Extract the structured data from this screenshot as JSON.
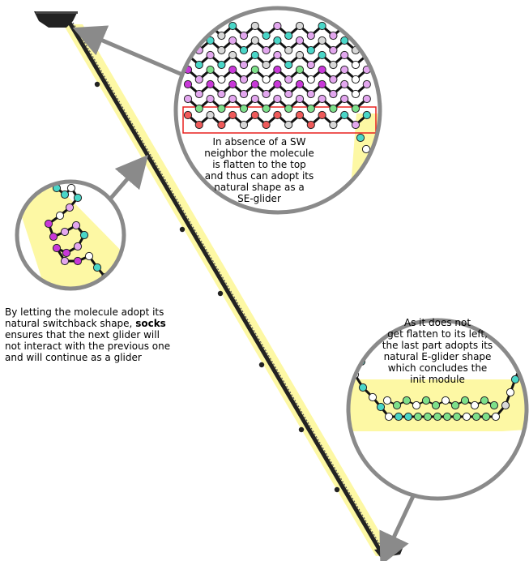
{
  "captions": {
    "top_zoom": {
      "lines": [
        "In absence of a SW",
        "neighbor the molecule",
        "is flatten to the top",
        "and thus can adopt its",
        "natural shape as a",
        "SE-glider"
      ]
    },
    "left_zoom": {
      "line1": "By letting the molecule adopt its",
      "line2": "natural switchback shape,",
      "line2_bold": "socks",
      "line3": "ensures that the next glider will",
      "line4": "not interact with the previous one",
      "line5": "and will continue as a glider"
    },
    "right_zoom": {
      "lines": [
        "As it does not",
        "get flatten to its left,",
        "the last part adopts its",
        "natural E-glider shape",
        "which concludes the",
        "init module"
      ]
    }
  },
  "colors": {
    "highlight_band": "#fdf8a4",
    "arrow": "#8a8a8a",
    "circle_border": "#8a8a8a",
    "outline_box": "#e8201f",
    "bead_palette": [
      "#2f6ee0",
      "#49d6c8",
      "#c838d8",
      "#7de08a",
      "#d8d8d8",
      "#e3a7ef",
      "#d9d9d9",
      "#ef5a5a",
      "#a7e3ff",
      "#ffffff"
    ]
  }
}
